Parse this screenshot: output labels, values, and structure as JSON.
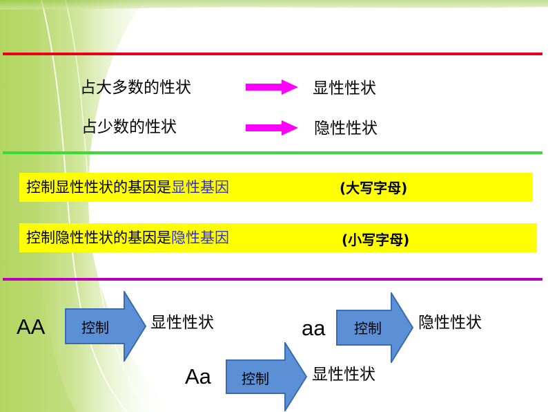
{
  "colors": {
    "red_rule": "#e8001c",
    "green_rule": "#33dd33",
    "purple_rule": "#bb00bb",
    "magenta_arrow": "#ff00ff",
    "highlight_yellow": "#ffff00",
    "blue_arrow": "#5b8fd6",
    "blue_arrow_border": "#3a6bb0",
    "term_blue": "#3333cc"
  },
  "top_section": {
    "row1": {
      "left_text": "占大多数的性状",
      "arrow_icon": "magenta-arrow-icon",
      "right_text": "显性性状"
    },
    "row2": {
      "left_text": "占少数的性状",
      "arrow_icon": "magenta-arrow-icon",
      "right_text": "隐性性状"
    }
  },
  "middle_section": {
    "box1": {
      "text_before": "控制显性性状的基因是",
      "term": "显性基因",
      "note": "(大写字母)"
    },
    "box2": {
      "text_before": "控制隐性性状的基因是",
      "term": "隐性基因",
      "note": "(小写字母)"
    }
  },
  "bottom_section": {
    "genotypes": [
      {
        "genotype": "AA",
        "arrow_label": "控制",
        "trait": "显性性状"
      },
      {
        "genotype": "aa",
        "arrow_label": "控制",
        "trait": "隐性性状"
      },
      {
        "genotype": "Aa",
        "arrow_label": "控制",
        "trait": "显性性状"
      }
    ]
  }
}
